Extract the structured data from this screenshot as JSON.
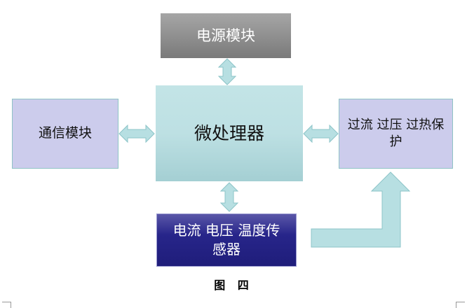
{
  "diagram": {
    "nodes": {
      "power_module": "电源模块",
      "comm_module": "通信模块",
      "microprocessor": "微处理器",
      "protection": "过流 过压 过热保护",
      "sensors": "电流 电压 温度传感器"
    },
    "edges": [
      {
        "from": "power_module",
        "to": "microprocessor",
        "type": "bidirectional"
      },
      {
        "from": "comm_module",
        "to": "microprocessor",
        "type": "bidirectional"
      },
      {
        "from": "microprocessor",
        "to": "protection",
        "type": "bidirectional"
      },
      {
        "from": "microprocessor",
        "to": "sensors",
        "type": "bidirectional"
      },
      {
        "from": "sensors",
        "to": "protection",
        "type": "bent-arrow"
      }
    ],
    "caption": "图 四"
  },
  "colors": {
    "arrow_fill": "#b7dfe2",
    "arrow_stroke": "#8cc4c8",
    "side_box": "#ccccec",
    "power_box": "#8c8c8c",
    "sensor_box": "#23218a",
    "mcu_box": "#bde0e3"
  }
}
